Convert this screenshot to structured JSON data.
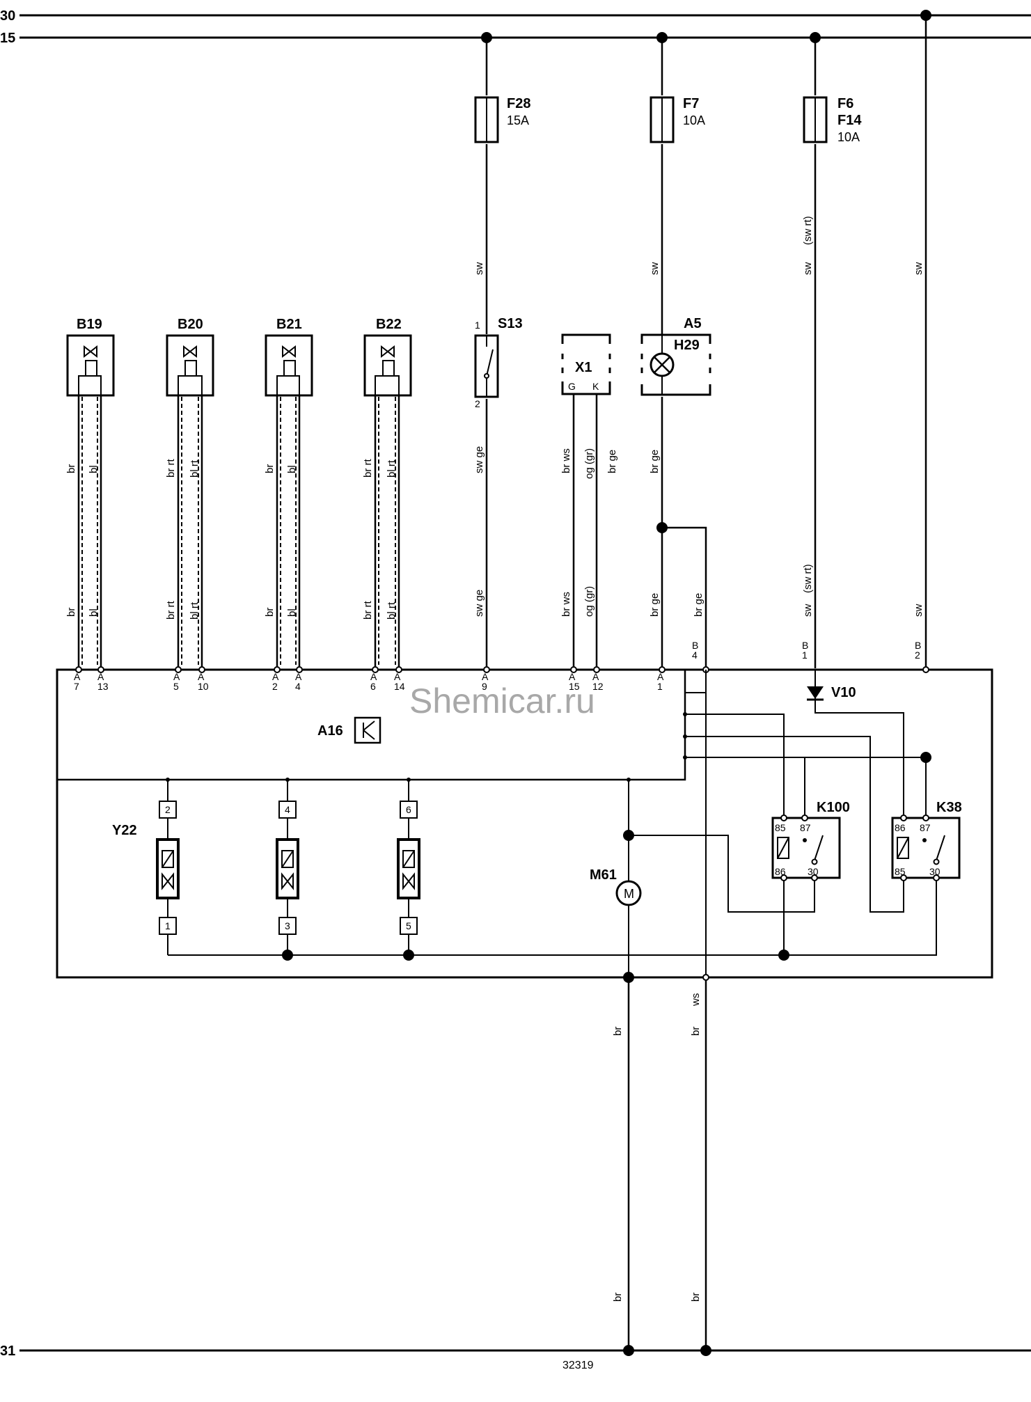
{
  "rails": {
    "top1": "30",
    "top2": "15",
    "bottom": "31"
  },
  "watermark": "Shemicar.ru",
  "doc_number": "32319",
  "fuses": [
    {
      "name": "F28",
      "rating": "15A"
    },
    {
      "name": "F7",
      "rating": "10A"
    },
    {
      "name": "F6",
      "name2": "F14",
      "rating": "10A"
    }
  ],
  "sensors": [
    {
      "name": "B19",
      "wire_left": "br",
      "wire_right": "bl",
      "pin_left": "A\n7",
      "pin_right": "A\n13"
    },
    {
      "name": "B20",
      "wire_left": "br rt",
      "wire_right": "bl rt",
      "pin_left": "A\n5",
      "pin_right": "A\n10"
    },
    {
      "name": "B21",
      "wire_left": "br",
      "wire_right": "bl",
      "pin_left": "A\n2",
      "pin_right": "A\n4"
    },
    {
      "name": "B22",
      "wire_left": "br rt",
      "wire_right": "bl rt",
      "pin_left": "A\n6",
      "pin_right": "A\n14"
    }
  ],
  "switch": {
    "name": "S13",
    "pin_top": "1",
    "pin_bottom": "2"
  },
  "connector": {
    "name": "X1",
    "pin_g": "G",
    "pin_k": "K"
  },
  "lamp": {
    "box": "A5",
    "name": "H29"
  },
  "module": {
    "name": "A16"
  },
  "diode": {
    "name": "V10"
  },
  "relays": [
    {
      "name": "K100"
    },
    {
      "name": "K38"
    }
  ],
  "relay_pins": {
    "p85": "85",
    "p86": "86",
    "p87": "87",
    "p30": "30"
  },
  "valve": {
    "name": "Y22",
    "pins_top": [
      "2",
      "4",
      "6"
    ],
    "pins_bottom": [
      "1",
      "3",
      "5"
    ]
  },
  "motor": {
    "name": "M61",
    "symbol": "M"
  },
  "wires": {
    "sw": "sw",
    "sw_rt": "(sw rt)",
    "sw_ge": "sw ge",
    "br_ws": "br ws",
    "og_gr": "og (gr)",
    "br_ge": "br ge",
    "br": "br",
    "ws": "ws"
  },
  "pins": {
    "a9": "A\n9",
    "a15": "A\n15",
    "a12": "A\n12",
    "a1": "A\n1",
    "b4": "B\n4",
    "b1": "B\n1",
    "b2": "B\n2"
  }
}
